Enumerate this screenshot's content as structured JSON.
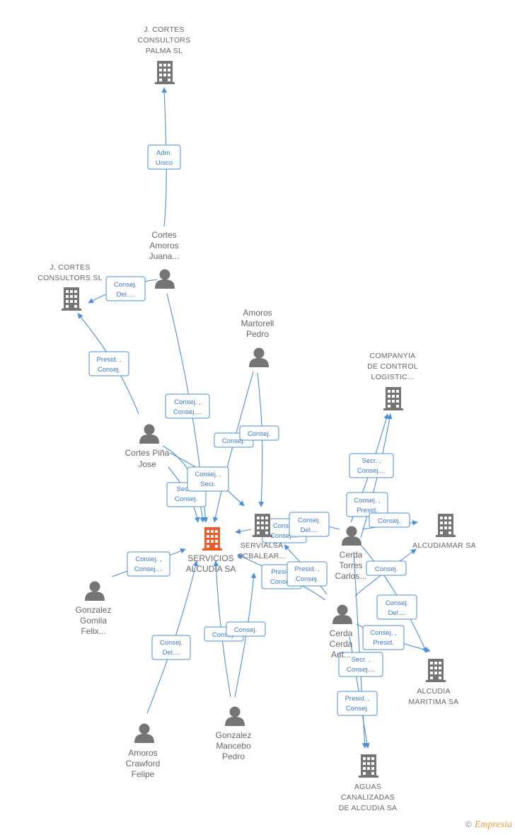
{
  "nodes": [
    {
      "id": "jcortes_palma",
      "type": "company",
      "lines": [
        "J.  CORTES",
        "CONSULTORS",
        "PALMA SL"
      ]
    },
    {
      "id": "jcortes_sl",
      "type": "company",
      "lines": [
        "J.  CORTES",
        "CONSULTORS SL"
      ]
    },
    {
      "id": "companyia",
      "type": "company",
      "lines": [
        "COMPANYIA",
        "DE CONTROL",
        "LOGISTIC..."
      ]
    },
    {
      "id": "alcudiamar",
      "type": "company",
      "lines": [
        "ALCUDIAMAR SA"
      ]
    },
    {
      "id": "alcudia_maritima",
      "type": "company",
      "lines": [
        "ALCUDIA",
        "MARITIMA SA"
      ]
    },
    {
      "id": "aguas",
      "type": "company",
      "lines": [
        "AGUAS",
        "CANALIZADAS",
        "DE ALCUDIA SA"
      ]
    },
    {
      "id": "servialsa",
      "type": "company",
      "lines": [
        "SERVIALSA",
        "CCBALEAR..."
      ]
    },
    {
      "id": "servicios",
      "type": "main",
      "lines": [
        "SERVICIOS",
        "ALCUDIA SA"
      ]
    },
    {
      "id": "cortes_amoros",
      "type": "person",
      "lines": [
        "Cortes",
        "Amoros",
        "Juana..."
      ]
    },
    {
      "id": "amoros_martorell",
      "type": "person",
      "lines": [
        "Amoros",
        "Martorell",
        "Pedro"
      ]
    },
    {
      "id": "cortes_pina",
      "type": "person",
      "lines": [
        "Cortes Piña",
        "Jose"
      ]
    },
    {
      "id": "cerda_torres",
      "type": "person",
      "lines": [
        "Cerda",
        "Torres",
        "Carlos..."
      ]
    },
    {
      "id": "cerda_cerda",
      "type": "person",
      "lines": [
        "Cerda",
        "Cerda",
        "Ant..."
      ]
    },
    {
      "id": "gonzalez_gomila",
      "type": "person",
      "lines": [
        "Gonzalez",
        "Gomila",
        "Felix..."
      ]
    },
    {
      "id": "amoros_crawford",
      "type": "person",
      "lines": [
        "Amoros",
        "Crawford",
        "Felipe"
      ]
    },
    {
      "id": "gonzalez_mancebo",
      "type": "person",
      "lines": [
        "Gonzalez",
        "Mancebo",
        "Pedro"
      ]
    }
  ],
  "relations": [
    {
      "id": "r1",
      "lines": [
        "Adm.",
        "Unico"
      ]
    },
    {
      "id": "r2",
      "lines": [
        "Consej.",
        "Del...."
      ]
    },
    {
      "id": "r3",
      "lines": [
        "Presid. ,",
        "Consej."
      ]
    },
    {
      "id": "r4",
      "lines": [
        "Consej. ,",
        "Consej...."
      ]
    },
    {
      "id": "r5",
      "lines": [
        "Consej."
      ]
    },
    {
      "id": "r6",
      "lines": [
        "Consej."
      ]
    },
    {
      "id": "r7",
      "lines": [
        "Consej. ,",
        "Secr."
      ]
    },
    {
      "id": "r8",
      "lines": [
        "Secr. ,",
        "Consej."
      ]
    },
    {
      "id": "r9",
      "lines": [
        "Consej. ,",
        "Consej...."
      ]
    },
    {
      "id": "r10",
      "lines": [
        "Consej.",
        "Del...."
      ]
    },
    {
      "id": "r11",
      "lines": [
        "Consej."
      ]
    },
    {
      "id": "r12",
      "lines": [
        "Consej."
      ]
    },
    {
      "id": "r13",
      "lines": [
        "Consej.",
        "Consej...."
      ]
    },
    {
      "id": "r14",
      "lines": [
        "Consej.",
        "Del...."
      ]
    },
    {
      "id": "r15",
      "lines": [
        "Presid.",
        "Consej."
      ]
    },
    {
      "id": "r16",
      "lines": [
        "Presid. ,",
        "Consej."
      ]
    },
    {
      "id": "r17",
      "lines": [
        "Secr. ,",
        "Consej...."
      ]
    },
    {
      "id": "r18",
      "lines": [
        "Consej. ,",
        "Presid."
      ]
    },
    {
      "id": "r19",
      "lines": [
        "Consej."
      ]
    },
    {
      "id": "r20",
      "lines": [
        "Consej."
      ]
    },
    {
      "id": "r21",
      "lines": [
        "Consej.",
        "Del...."
      ]
    },
    {
      "id": "r22",
      "lines": [
        "Consej. ,",
        "Presid."
      ]
    },
    {
      "id": "r23",
      "lines": [
        "Secr. ,",
        "Consej...."
      ]
    },
    {
      "id": "r24",
      "lines": [
        "Presid. ,",
        "Consej."
      ]
    }
  ],
  "colors": {
    "edge": "#4a90d9",
    "company_icon": "#757575",
    "main_icon": "#f05a28",
    "person_icon": "#757575",
    "label": "#666666",
    "brand": "#e8a13a"
  },
  "footer": {
    "copyright": "©",
    "brand": "Empresia"
  }
}
